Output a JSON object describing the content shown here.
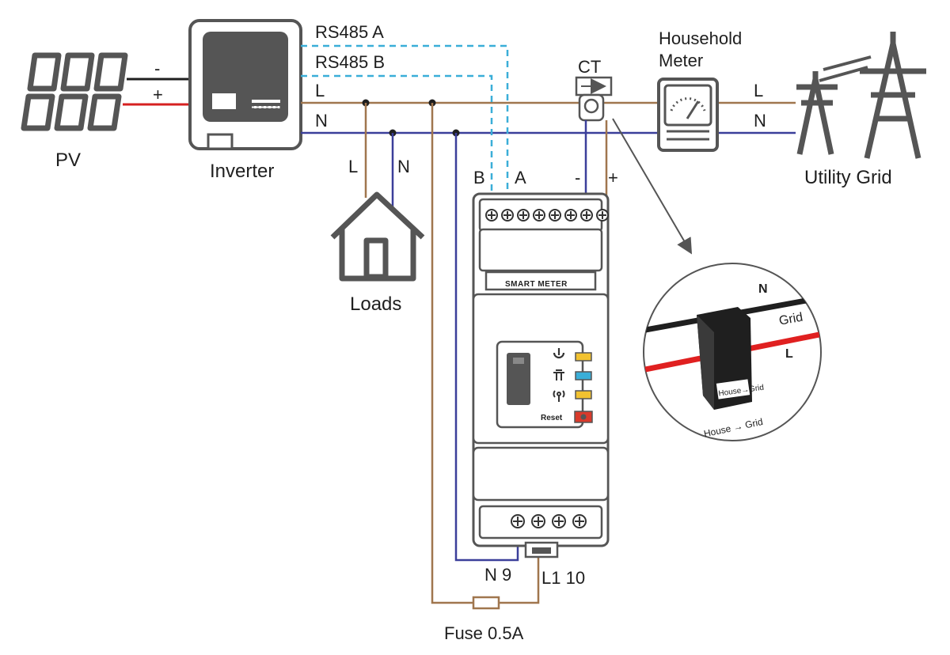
{
  "labels": {
    "pv": "PV",
    "inverter": "Inverter",
    "rs485a": "RS485 A",
    "rs485b": "RS485 B",
    "line_l": "L",
    "line_n": "N",
    "ct": "CT",
    "household_meter_line1": "Household",
    "household_meter_line2": "Meter",
    "utility_grid": "Utility Grid",
    "loads": "Loads",
    "pv_minus": "-",
    "pv_plus": "+",
    "term_b": "B",
    "term_a": "A",
    "term_minus": "-",
    "term_plus": "+",
    "smart_meter": "SMART METER",
    "reset": "Reset",
    "n9": "N 9",
    "l110": "L1 10",
    "fuse": "Fuse 0.5A",
    "zoom_n": "N",
    "zoom_grid": "Grid",
    "zoom_l": "L",
    "zoom_ct_label": "House→Grid",
    "zoom_house_grid": "House → Grid"
  },
  "colors": {
    "line_l": "#a0764e",
    "line_n": "#3b3f9a",
    "rs485": "#3aaed8",
    "pv_red": "#d62020",
    "device_gray": "#555555",
    "led_yellow": "#f2c230",
    "led_blue": "#3aaed8",
    "reset_red": "#d93a2b"
  },
  "icons": [
    "solar-panel-icon",
    "house-icon",
    "power-icon",
    "network-icon",
    "signal-icon",
    "utility-tower-icon",
    "analog-meter-icon",
    "ct-clamp-icon"
  ]
}
